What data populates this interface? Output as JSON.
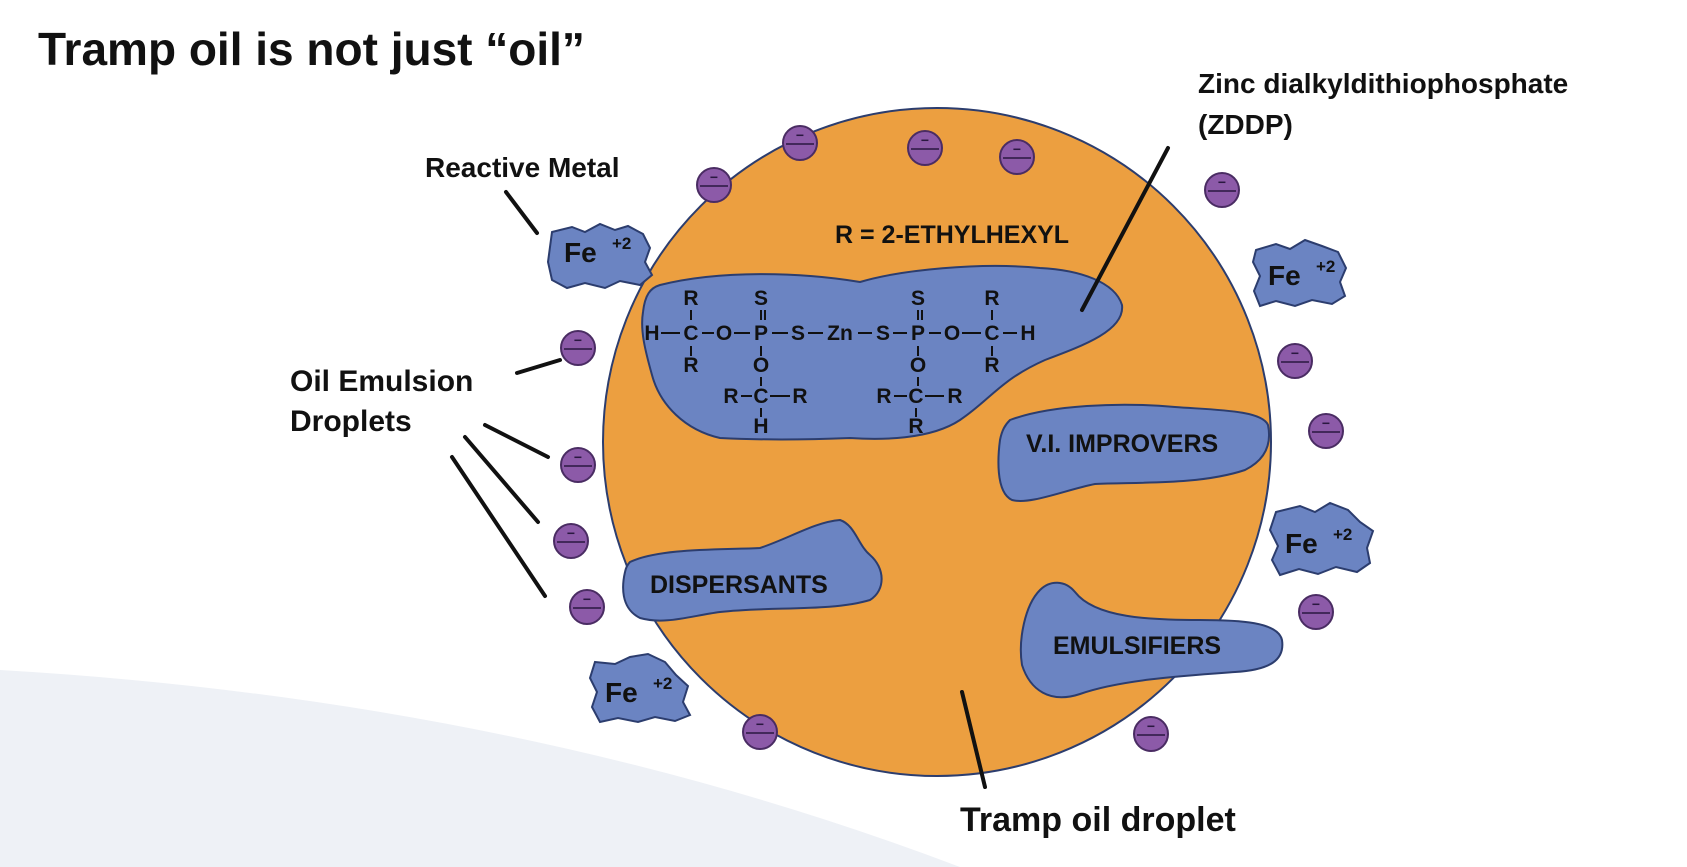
{
  "title": "Tramp oil is not just “oil”",
  "labels": {
    "zddp_line1": "Zinc dialkyldithiophosphate",
    "zddp_line2": "(ZDDP)",
    "reactive_metal": "Reactive Metal",
    "emulsion_line1": "Oil Emulsion",
    "emulsion_line2": "Droplets",
    "r_group": "R = 2-ETHYLHEXYL",
    "vi_improvers": "V.I. IMPROVERS",
    "dispersants": "DISPERSANTS",
    "emulsifiers": "EMULSIFIERS",
    "tramp_oil_droplet": "Tramp oil droplet"
  },
  "iron": {
    "symbol": "Fe",
    "charge": "+2"
  },
  "droplet_charge": "−",
  "zddp_formula": {
    "top_row": [
      "R",
      "S",
      "S",
      "R"
    ],
    "main_row": [
      "H",
      "C",
      "O",
      "P",
      "S",
      "Zn",
      "S",
      "P",
      "O",
      "C",
      "H"
    ],
    "upper_sub": [
      "R",
      "O",
      "O",
      "R"
    ],
    "lower_row": [
      "R",
      "C",
      "R",
      "R",
      "C",
      "R"
    ],
    "bottom_row": [
      "H",
      "R"
    ]
  },
  "colors": {
    "droplet_fill": "#ec9f40",
    "additive_fill": "#6b84c2",
    "emulsion_fill": "#8c5aa8",
    "text": "#111111",
    "background_wedge": "#eef1f6"
  }
}
